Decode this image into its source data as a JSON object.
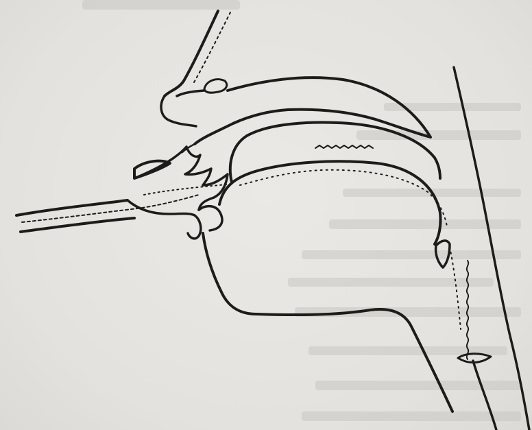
{
  "figure": {
    "colors": {
      "paper": "#e8e6e2",
      "ink": "#1e1c1a",
      "bleed_through": "#c9c7c3"
    },
    "parts": [
      "nose",
      "nasal-cavity",
      "tongue",
      "lips",
      "pharynx",
      "vocal-folds",
      "airflow-tube"
    ]
  }
}
